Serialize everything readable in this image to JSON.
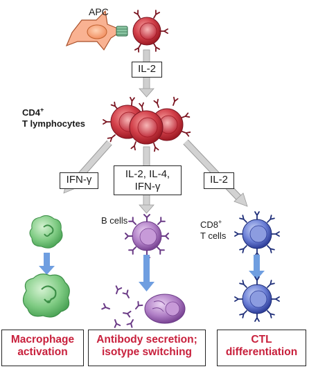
{
  "labels": {
    "apc": "APC",
    "il2_top": "IL-2",
    "cd4_line1": "CD4",
    "cd4_sup": "+",
    "cd4_line2": "T lymphocytes",
    "ifn_left": "IFN-γ",
    "mid_line1": "IL-2,  IL-4,",
    "mid_line2": "IFN-γ",
    "il2_right": "IL-2",
    "b_cells": "B cells",
    "cd8_line1": "CD8",
    "cd8_sup": "+",
    "cd8_line2": "T cells"
  },
  "outcomes": {
    "left_line1": "Macrophage",
    "left_line2": "activation",
    "mid_line1": "Antibody secretion;",
    "mid_line2": "isotype switching",
    "right_line1": "CTL",
    "right_line2": "differentiation"
  },
  "colors": {
    "t_cell_red": "#c9303a",
    "macrophage_green": "#6fc274",
    "b_cell_purple": "#9a62b0",
    "cd8_blue": "#4a5fc0",
    "apc_orange": "#f08a5a",
    "arrow_gray": "#cfcfcf",
    "arrow_blue": "#6f9ee0",
    "outcome_text": "#c8203c"
  }
}
